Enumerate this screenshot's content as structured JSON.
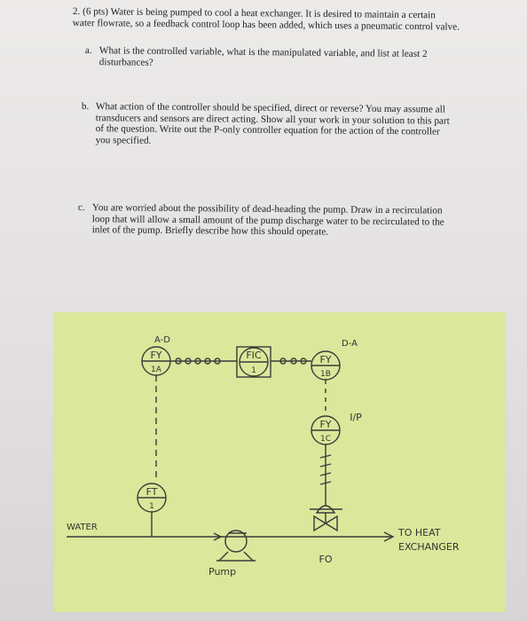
{
  "question": {
    "intro": [
      "2. (6 pts) Water is being pumped to cool a heat exchanger. It is desired to maintain a certain",
      "water flowrate, so a feedback control loop has been added, which uses a pneumatic control valve."
    ],
    "part_a": {
      "label": "a.",
      "lines": [
        "What is the controlled variable, what is the manipulated variable, and list at least 2",
        "disturbances?"
      ]
    },
    "part_b": {
      "label": "b.",
      "lines": [
        "What action of the controller should be specified, direct or reverse? You may assume all",
        "transducers and sensors are direct acting. Show all your work in your solution to this part",
        "of the question. Write out the P-only controller equation for the action of the controller",
        "you specified."
      ]
    },
    "part_c": {
      "label": "c.",
      "lines": [
        "You are worried about the possibility of dead-heading the pump. Draw in a recirculation",
        "loop that will allow a small amount of the pump discharge water to be recirculated to the",
        "inlet of the pump. Briefly describe how this should operate."
      ]
    }
  },
  "diagram": {
    "fy1a": {
      "top": "FY",
      "bottom": "1A"
    },
    "ad_note": "A-D",
    "fic": {
      "top": "FIC",
      "bottom": "1"
    },
    "fy1b": {
      "top": "FY",
      "bottom": "1B"
    },
    "da_note": "D-A",
    "ip_note": "I/P",
    "fy1c": {
      "top": "FY",
      "bottom": "1C"
    },
    "ft": {
      "top": "FT",
      "bottom": "1"
    },
    "water_label": "WATER",
    "pump_label": "Pump",
    "valve_label": "FO",
    "dest_label": [
      "TO HEAT",
      "EXCHANGER"
    ]
  }
}
